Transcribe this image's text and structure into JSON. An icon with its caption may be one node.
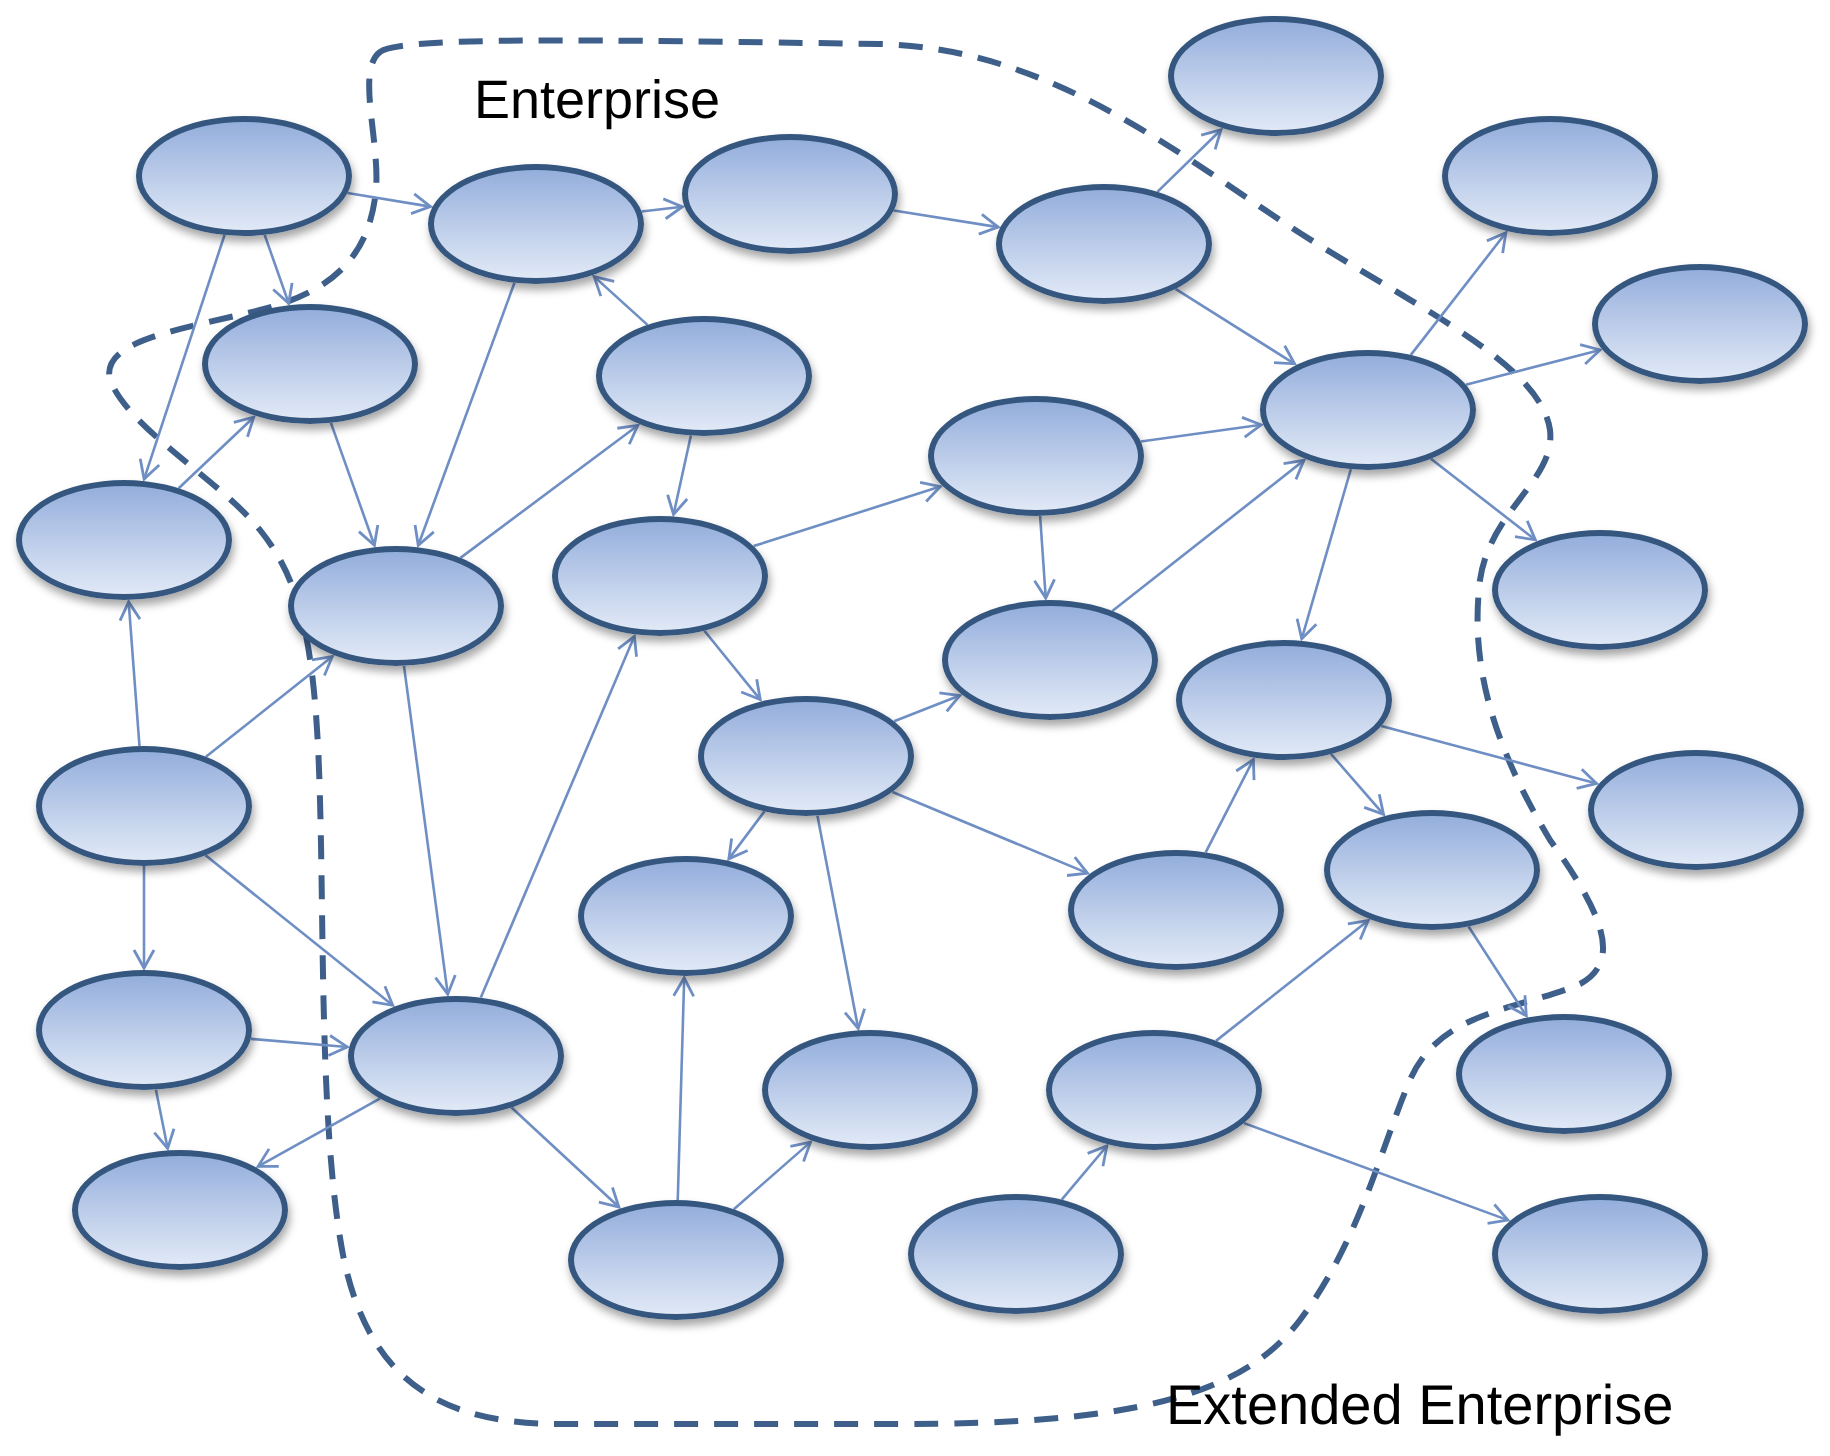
{
  "diagram": {
    "nodes": [
      {
        "text": [],
        "shape": "ellipse"
      },
      {
        "text": [],
        "shape": "ellipse"
      },
      {
        "text": [],
        "shape": "ellipse"
      },
      {
        "text": [],
        "shape": "ellipse"
      },
      {
        "text": [],
        "shape": "ellipse"
      },
      {
        "text": [],
        "shape": "ellipse"
      },
      {
        "text": [],
        "shape": "ellipse"
      },
      {
        "text": [],
        "shape": "ellipse"
      },
      {
        "text": [],
        "shape": "ellipse"
      },
      {
        "text": [],
        "shape": "ellipse"
      },
      {
        "text": [],
        "shape": "ellipse"
      },
      {
        "text": [],
        "shape": "ellipse"
      },
      {
        "text": [],
        "shape": "ellipse"
      },
      {
        "text": [],
        "shape": "ellipse"
      },
      {
        "text": [],
        "shape": "ellipse"
      },
      {
        "text": [],
        "shape": "ellipse"
      },
      {
        "text": [],
        "shape": "ellipse"
      },
      {
        "text": [],
        "shape": "ellipse"
      },
      {
        "text": [],
        "shape": "ellipse"
      },
      {
        "text": [],
        "shape": "ellipse"
      },
      {
        "text": [],
        "shape": "ellipse"
      },
      {
        "text": [],
        "shape": "ellipse"
      },
      {
        "text": [],
        "shape": "ellipse"
      },
      {
        "text": [],
        "shape": "ellipse"
      },
      {
        "text": [],
        "shape": "ellipse"
      },
      {
        "text": [],
        "shape": "ellipse"
      },
      {
        "text": [],
        "shape": "ellipse"
      },
      {
        "text": [],
        "shape": "ellipse"
      },
      {
        "text": [],
        "shape": "ellipse"
      },
      {
        "text": [],
        "shape": "ellipse"
      },
      {
        "text": [],
        "shape": "ellipse"
      },
      {
        "text": [],
        "shape": "ellipse"
      }
    ],
    "edges": [
      {
        "from": 1,
        "to": 4,
        "arrow": "to"
      },
      {
        "from": 1,
        "to": 11,
        "arrow": "to"
      },
      {
        "from": 1,
        "to": 7,
        "arrow": "to"
      },
      {
        "from": 4,
        "to": 3,
        "arrow": "to"
      },
      {
        "from": 3,
        "to": 5,
        "arrow": "to"
      },
      {
        "from": 5,
        "to": 0,
        "arrow": "to"
      },
      {
        "from": 5,
        "to": 9,
        "arrow": "to"
      },
      {
        "from": 9,
        "to": 2,
        "arrow": "to"
      },
      {
        "from": 9,
        "to": 6,
        "arrow": "to"
      },
      {
        "from": 9,
        "to": 14,
        "arrow": "to"
      },
      {
        "from": 9,
        "to": 16,
        "arrow": "to"
      },
      {
        "from": 10,
        "to": 9,
        "arrow": "to"
      },
      {
        "from": 10,
        "to": 15,
        "arrow": "to"
      },
      {
        "from": 15,
        "to": 9,
        "arrow": "to"
      },
      {
        "from": 12,
        "to": 10,
        "arrow": "to"
      },
      {
        "from": 8,
        "to": 4,
        "arrow": "to"
      },
      {
        "from": 8,
        "to": 12,
        "arrow": "to"
      },
      {
        "from": 4,
        "to": 13,
        "arrow": "to"
      },
      {
        "from": 13,
        "to": 8,
        "arrow": "to"
      },
      {
        "from": 11,
        "to": 7,
        "arrow": "to"
      },
      {
        "from": 7,
        "to": 13,
        "arrow": "to"
      },
      {
        "from": 18,
        "to": 11,
        "arrow": "to"
      },
      {
        "from": 18,
        "to": 13,
        "arrow": "to"
      },
      {
        "from": 18,
        "to": 23,
        "arrow": "to"
      },
      {
        "from": 18,
        "to": 24,
        "arrow": "to"
      },
      {
        "from": 13,
        "to": 24,
        "arrow": "to"
      },
      {
        "from": 23,
        "to": 24,
        "arrow": "to"
      },
      {
        "from": 23,
        "to": 28,
        "arrow": "to"
      },
      {
        "from": 24,
        "to": 28,
        "arrow": "to"
      },
      {
        "from": 24,
        "to": 29,
        "arrow": "to"
      },
      {
        "from": 24,
        "to": 12,
        "arrow": "to"
      },
      {
        "from": 12,
        "to": 17,
        "arrow": "to"
      },
      {
        "from": 17,
        "to": 15,
        "arrow": "to"
      },
      {
        "from": 17,
        "to": 21,
        "arrow": "to"
      },
      {
        "from": 17,
        "to": 26,
        "arrow": "to"
      },
      {
        "from": 17,
        "to": 22,
        "arrow": "to"
      },
      {
        "from": 29,
        "to": 21,
        "arrow": "to"
      },
      {
        "from": 29,
        "to": 26,
        "arrow": "to"
      },
      {
        "from": 22,
        "to": 16,
        "arrow": "to"
      },
      {
        "from": 16,
        "to": 19,
        "arrow": "to"
      },
      {
        "from": 16,
        "to": 20,
        "arrow": "to"
      },
      {
        "from": 20,
        "to": 25,
        "arrow": "to"
      },
      {
        "from": 27,
        "to": 20,
        "arrow": "to"
      },
      {
        "from": 27,
        "to": 31,
        "arrow": "to"
      },
      {
        "from": 30,
        "to": 27,
        "arrow": "to"
      }
    ],
    "labels": [
      "Enterprise",
      "Extended Enterprise"
    ]
  }
}
